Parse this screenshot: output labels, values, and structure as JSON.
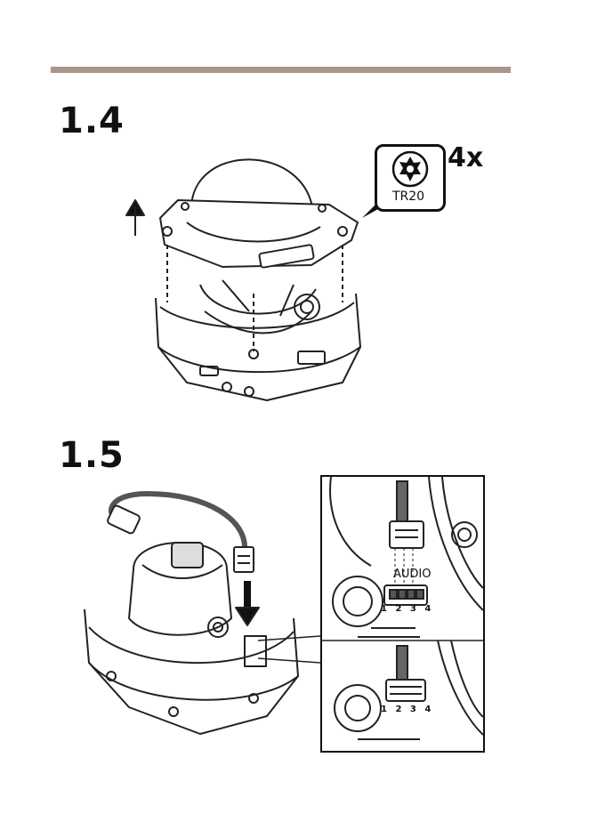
{
  "steps": [
    {
      "number": "1.4"
    },
    {
      "number": "1.5"
    }
  ],
  "tool": {
    "name": "TR20",
    "quantity": "4x"
  },
  "detail": {
    "connector_label": "AUDIO",
    "pins": "1 2 3 4"
  },
  "colors": {
    "rule": "#a8968c",
    "ink": "#111111"
  }
}
